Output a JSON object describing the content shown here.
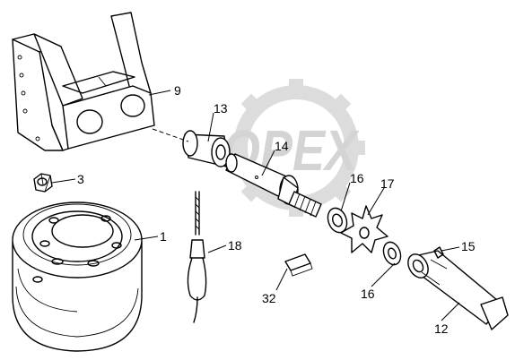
{
  "watermark": {
    "text": "OPEX"
  },
  "callouts": {
    "bracket": "9",
    "pin_13": "13",
    "shaft_14": "14",
    "nut": "3",
    "spring_washer_16a": "16",
    "sprocket": "17",
    "wheel_hub": "1",
    "cable": "18",
    "cotter_pin": "15",
    "key": "32",
    "washer_16b": "16",
    "bolt_shaft": "12"
  }
}
